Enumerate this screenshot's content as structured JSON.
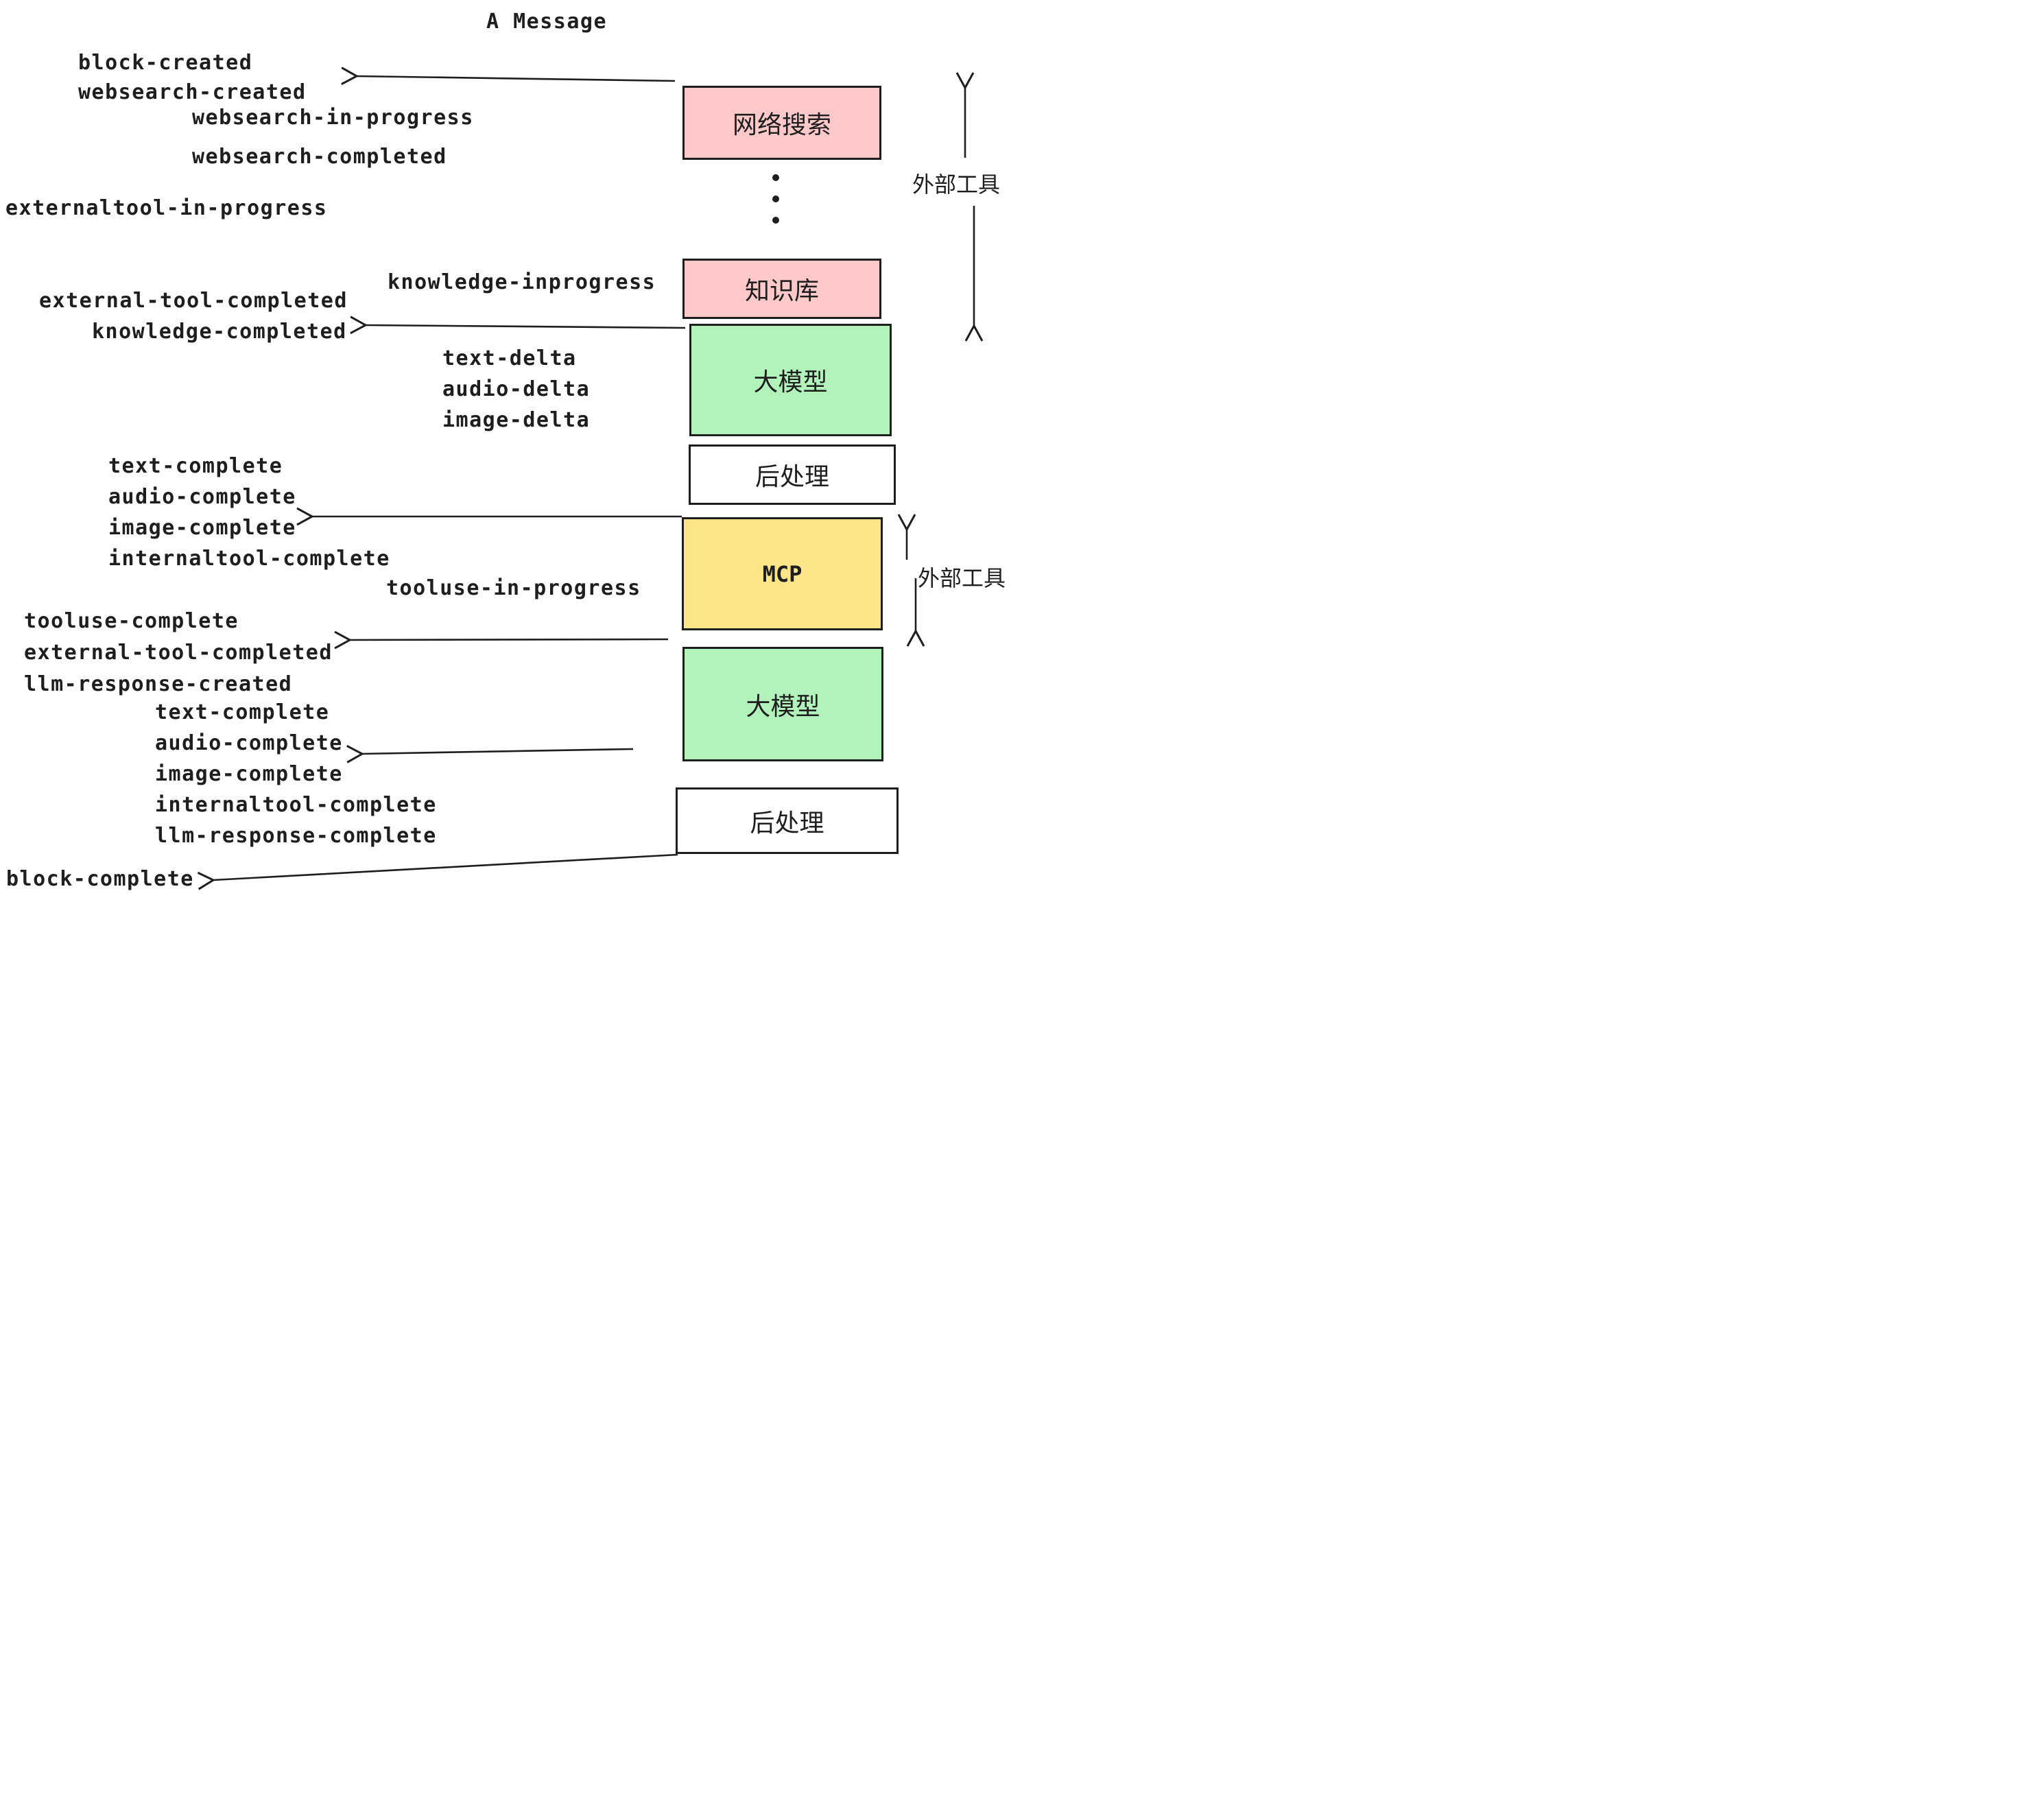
{
  "title": "A Message",
  "colors": {
    "box_pink": "#FFC9C9",
    "box_green": "#B2F2BB",
    "box_yellow": "#FCE588",
    "box_white": "#FFFFFF",
    "stroke": "#1E1E1E",
    "background": "#FFFFFF"
  },
  "boxes": [
    {
      "id": "websearch",
      "label": "网络搜索",
      "fill": "pink"
    },
    {
      "id": "knowledge",
      "label": "知识库",
      "fill": "pink"
    },
    {
      "id": "llm-1",
      "label": "大模型",
      "fill": "green"
    },
    {
      "id": "post-1",
      "label": "后处理",
      "fill": "white"
    },
    {
      "id": "mcp",
      "label": "MCP",
      "fill": "yellow"
    },
    {
      "id": "llm-2",
      "label": "大模型",
      "fill": "green"
    },
    {
      "id": "post-2",
      "label": "后处理",
      "fill": "white"
    }
  ],
  "side_labels": [
    {
      "text": "外部工具"
    },
    {
      "text": "外部工具"
    }
  ],
  "ellipsis_dot_count": 3,
  "events": [
    {
      "text": "block-created"
    },
    {
      "text": "websearch-created"
    },
    {
      "text": "websearch-in-progress"
    },
    {
      "text": "websearch-completed"
    },
    {
      "text": "externaltool-in-progress"
    },
    {
      "text": "external-tool-completed"
    },
    {
      "text": "knowledge-completed"
    },
    {
      "text": "knowledge-inprogress"
    },
    {
      "text": "text-delta"
    },
    {
      "text": "audio-delta"
    },
    {
      "text": "image-delta"
    },
    {
      "text": "text-complete"
    },
    {
      "text": "audio-complete"
    },
    {
      "text": "image-complete"
    },
    {
      "text": "internaltool-complete"
    },
    {
      "text": "tooluse-in-progress"
    },
    {
      "text": "tooluse-complete"
    },
    {
      "text": "external-tool-completed"
    },
    {
      "text": "llm-response-created"
    },
    {
      "text": "text-complete"
    },
    {
      "text": "audio-complete"
    },
    {
      "text": "image-complete"
    },
    {
      "text": "internaltool-complete"
    },
    {
      "text": "llm-response-complete"
    },
    {
      "text": "block-complete"
    }
  ]
}
